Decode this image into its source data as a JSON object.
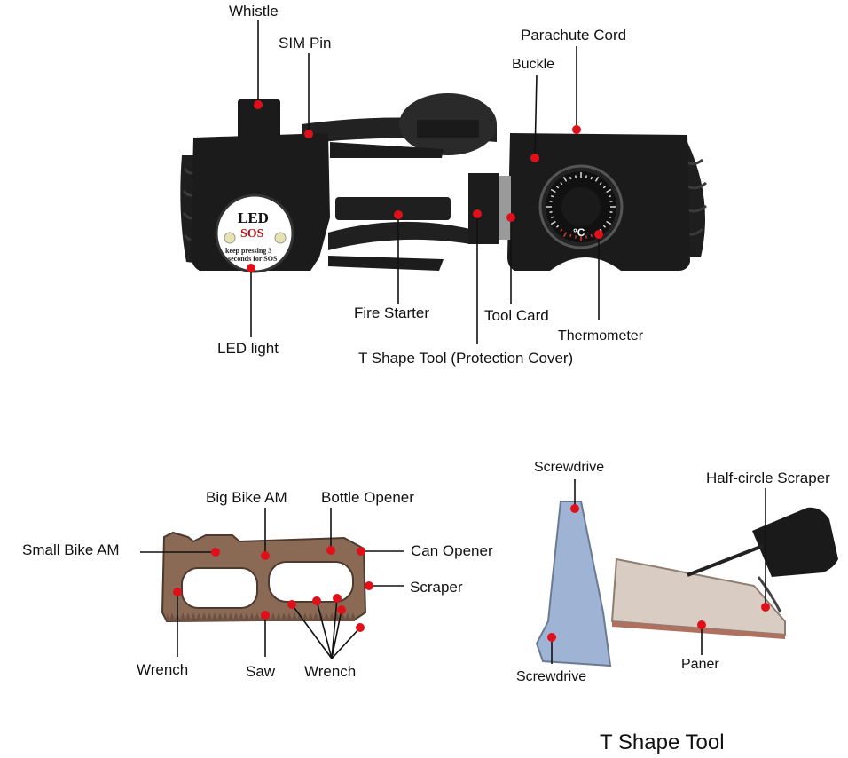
{
  "bracelet": {
    "labels": {
      "whistle": "Whistle",
      "sim_pin": "SIM Pin",
      "parachute_cord": "Parachute Cord",
      "buckle": "Buckle",
      "fire_starter": "Fire Starter",
      "tool_card": "Tool Card",
      "thermometer": "Thermometer",
      "led_light": "LED light",
      "t_shape_tool_cover": "T Shape Tool (Protection Cover)"
    },
    "led_badge": {
      "title": "LED",
      "mode": "SOS",
      "caption_line1": "keep pressing 3",
      "caption_line2": "seconds for SOS"
    },
    "thermometer_unit": "°C"
  },
  "tool_card": {
    "labels": {
      "small_bike_am": "Small Bike AM",
      "big_bike_am": "Big Bike AM",
      "bottle_opener": "Bottle Opener",
      "can_opener": "Can Opener",
      "scraper": "Scraper",
      "wrench_left": "Wrench",
      "saw": "Saw",
      "wrench_right": "Wrench"
    }
  },
  "t_shape_tool": {
    "labels": {
      "screwdrive_top": "Screwdrive",
      "half_circle_scraper": "Half-circle Scraper",
      "screwdrive_bottom": "Screwdrive",
      "paner": "Paner"
    },
    "caption": "T Shape Tool"
  },
  "colors": {
    "marker": "#e0101a",
    "bracelet_body": "#1b1b1b",
    "card_metal": "#8a6a55",
    "t_tool_blade": "#9fb4d4"
  }
}
